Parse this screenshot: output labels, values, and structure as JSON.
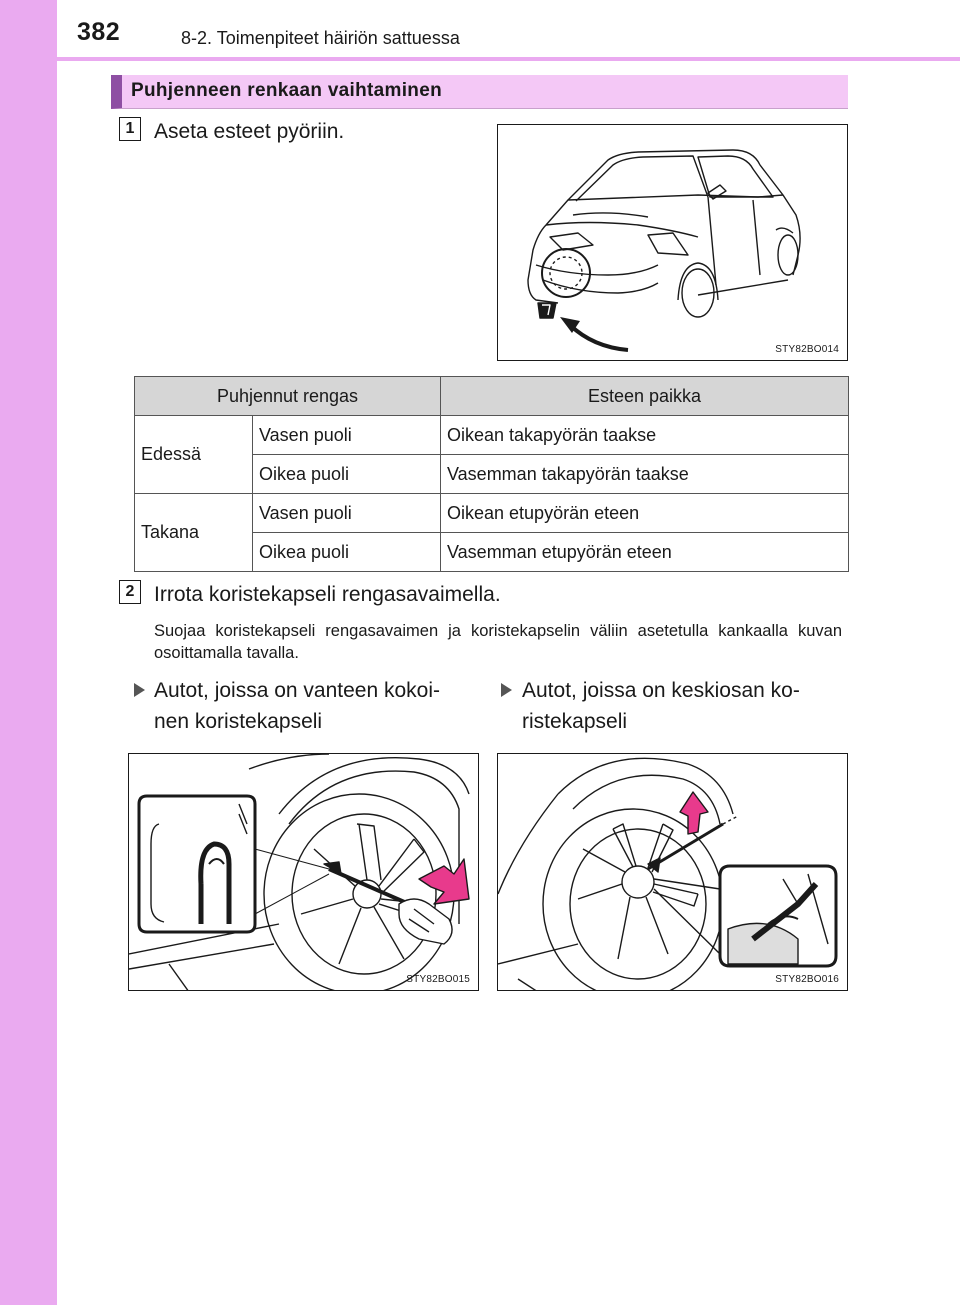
{
  "header": {
    "page_number": "382",
    "chapter": "8-2. Toimenpiteet häiriön sattuessa"
  },
  "section": {
    "title": "Puhjenneen renkaan vaihtaminen"
  },
  "steps": [
    {
      "number": "1",
      "text": "Aseta esteet pyöriin."
    },
    {
      "number": "2",
      "text": "Irrota koristekapseli rengasavaimella."
    }
  ],
  "figures": {
    "fig1_code": "STY82BO014",
    "fig2_code": "STY82BO015",
    "fig3_code": "STY82BO016"
  },
  "table": {
    "headers": [
      "Puhjennut rengas",
      "Esteen paikka"
    ],
    "rows": [
      {
        "tire": "Edessä",
        "side": "Vasen puoli",
        "location": "Oikean takapyörän taakse"
      },
      {
        "tire": "",
        "side": "Oikea puoli",
        "location": "Vasemman takapyörän taakse"
      },
      {
        "tire": "Takana",
        "side": "Vasen puoli",
        "location": "Oikean etupyörän eteen"
      },
      {
        "tire": "",
        "side": "Oikea puoli",
        "location": "Vasemman etupyörän eteen"
      }
    ]
  },
  "note": "Suojaa koristekapseli rengasavaimen ja koristekapselin väliin asetetulla kankaalla kuvan osoittamalla tavalla.",
  "variants": {
    "left_line1": "Autot, joissa on vanteen kokoi-",
    "left_line2": "nen koristekapseli",
    "right_line1": "Autot, joissa on keskiosan ko-",
    "right_line2": "ristekapseli"
  },
  "colors": {
    "side_strip": "#eaaaf0",
    "heading_bg": "#f4c8f6",
    "heading_bar": "#8e4fa3",
    "table_header_bg": "#d6d6d6"
  }
}
